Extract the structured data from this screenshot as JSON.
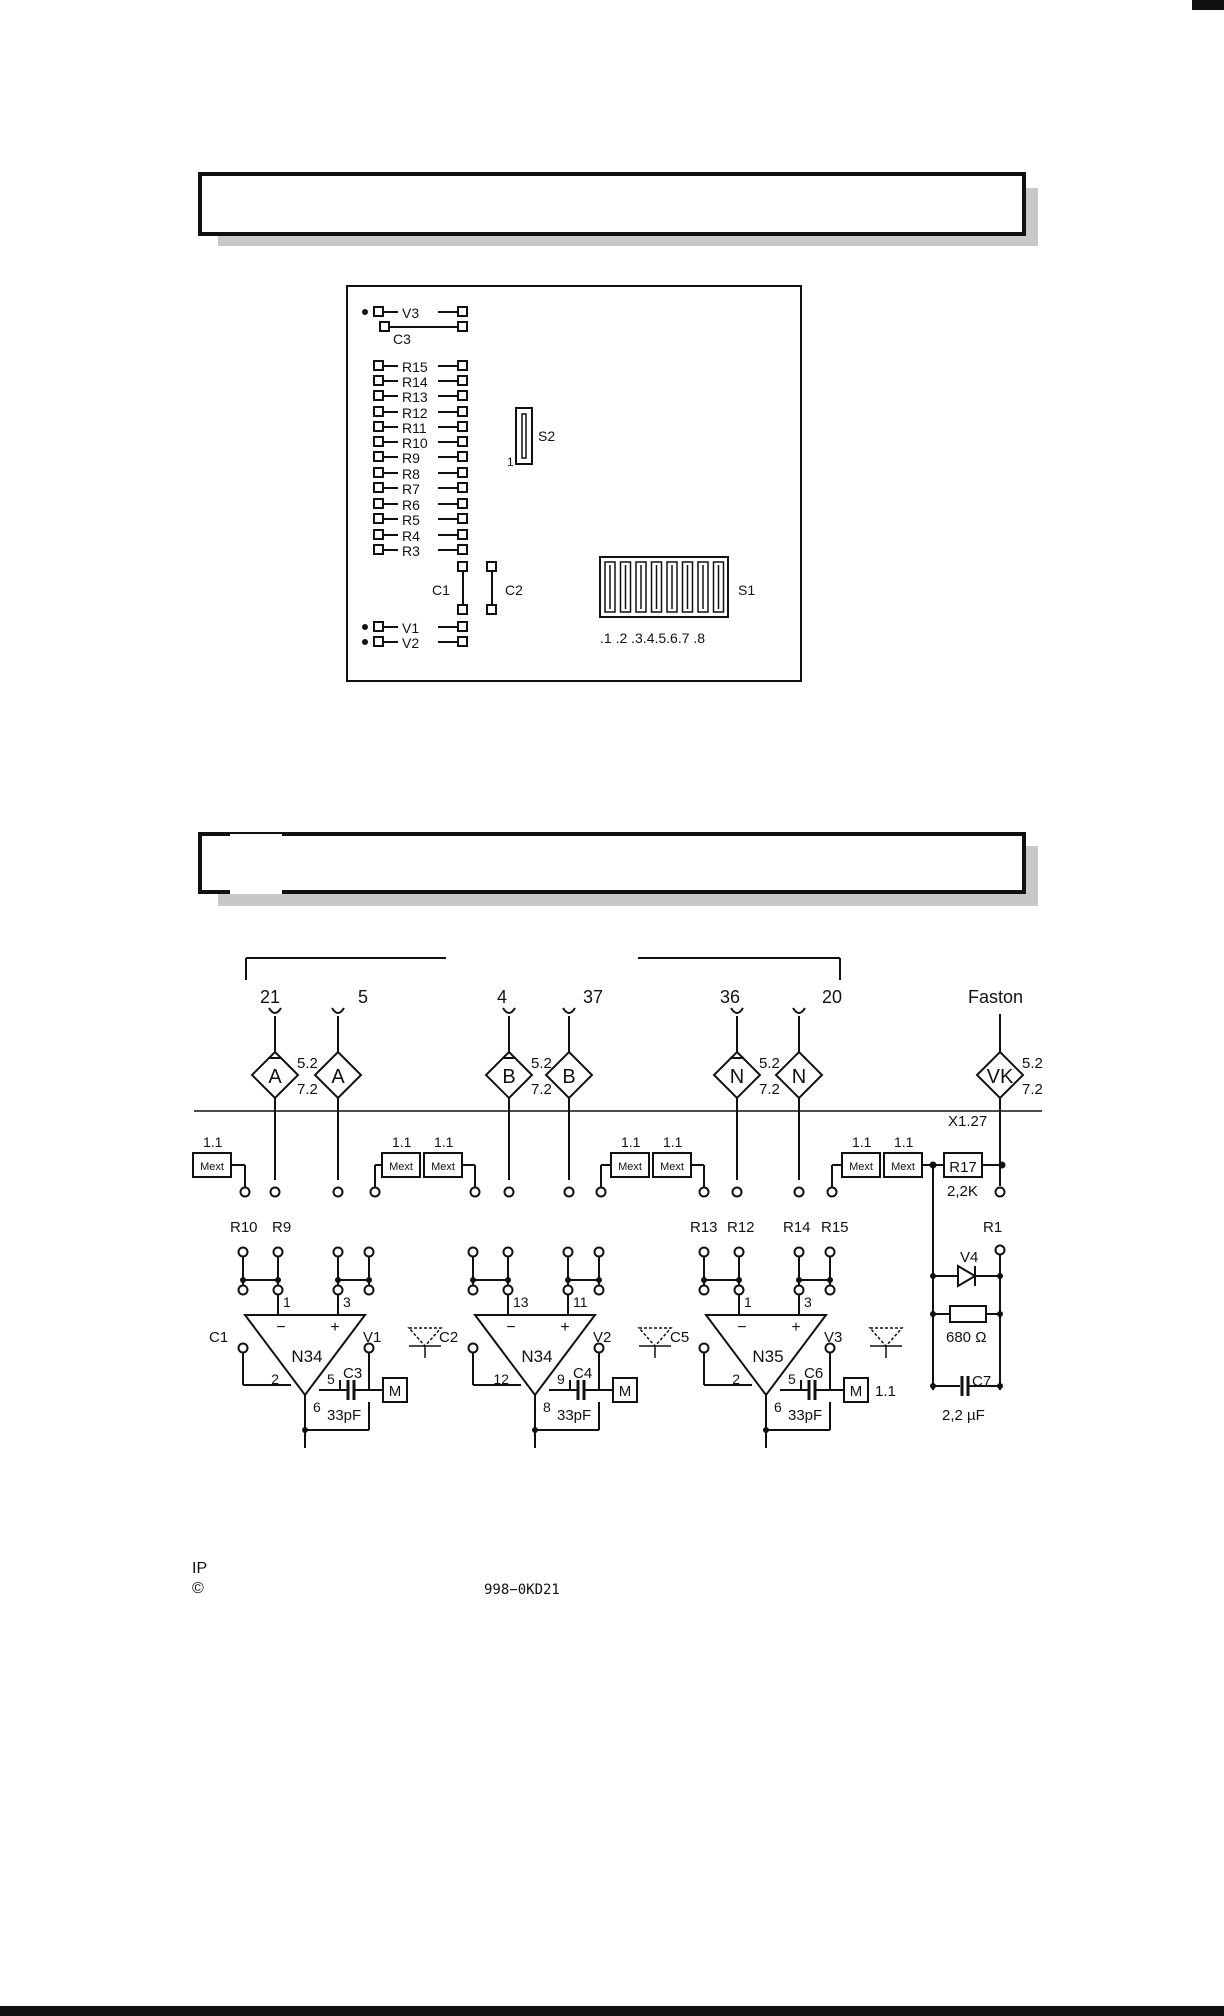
{
  "layout_board": {
    "rows_left": [
      "V3",
      "C3",
      "R15",
      "R14",
      "R13",
      "R12",
      "R11",
      "R10",
      "R9",
      "R8",
      "R7",
      "R6",
      "R5",
      "R4",
      "R3",
      "C1",
      "C2",
      "V1",
      "V2"
    ],
    "switch_s2": {
      "label": "S2",
      "pin": "1"
    },
    "switch_s1": {
      "label": "S1",
      "positions": ".1 .2 .3.4.5.6.7 .8"
    }
  },
  "schematic": {
    "connectors_top": [
      "21",
      "5",
      "4",
      "37",
      "36",
      "20",
      "Faston"
    ],
    "diamonds": [
      {
        "label": "A",
        "overline": true,
        "ref_top": "5.2",
        "ref_bottom": "7.2"
      },
      {
        "label": "A",
        "overline": false
      },
      {
        "label": "B",
        "overline": true,
        "ref_top": "5.2",
        "ref_bottom": "7.2"
      },
      {
        "label": "B",
        "overline": false
      },
      {
        "label": "N",
        "overline": true,
        "ref_top": "5.2",
        "ref_bottom": "7.2"
      },
      {
        "label": "N",
        "overline": false
      },
      {
        "label": "VK",
        "overline": false,
        "ref_top": "5.2",
        "ref_bottom": "7.2"
      }
    ],
    "x_ref": "X1.27",
    "mext_label": "Mext",
    "mext_ref": "1.1",
    "resistor_labels_row1": [
      "R10",
      "R9",
      "R13",
      "R12",
      "R14",
      "R15",
      "R1"
    ],
    "r17": {
      "label": "R17",
      "value": "2,2K"
    },
    "opamps": [
      {
        "name": "N34",
        "pins": [
          "1",
          "3",
          "2",
          "5",
          "6"
        ],
        "cap": "C3",
        "cap_value": "33pF",
        "left": "C1",
        "right": "V1"
      },
      {
        "name": "N34",
        "pins": [
          "13",
          "11",
          "12",
          "9",
          "8"
        ],
        "cap": "C4",
        "cap_value": "33pF",
        "left": "C2",
        "right": "V2"
      },
      {
        "name": "N35",
        "pins": [
          "1",
          "3",
          "2",
          "5",
          "6"
        ],
        "cap": "C6",
        "cap_value": "33pF",
        "left": "C5",
        "right": "V3"
      }
    ],
    "minus": "−",
    "plus": "+",
    "m_label": "M",
    "m_ref": "1.1",
    "v4": "V4",
    "res_680": "680 Ω",
    "c7": {
      "label": "C7",
      "value": "2,2 µF"
    }
  },
  "footer": {
    "ip": "IP",
    "copyright": "©",
    "doc_code": "998−0KD21"
  }
}
